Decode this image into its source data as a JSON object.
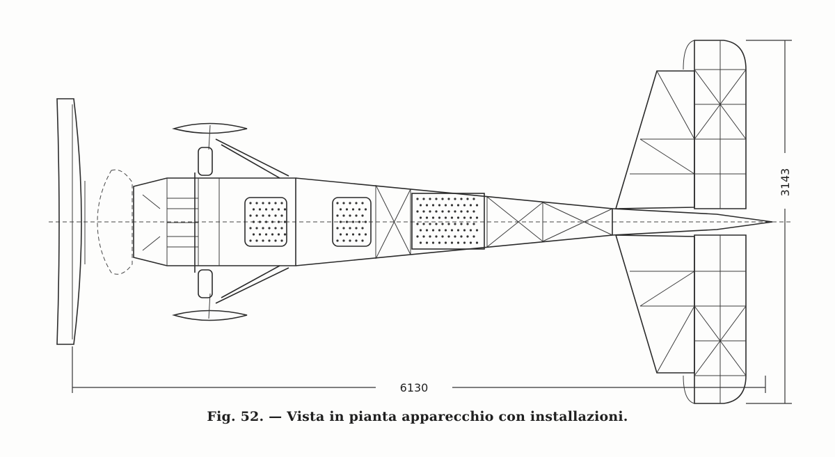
{
  "caption": "Fig. 52. — Vista in pianta apparecchio con installazioni.",
  "dimensions": {
    "overall_length": "6130",
    "tailplane_span": "3143"
  }
}
